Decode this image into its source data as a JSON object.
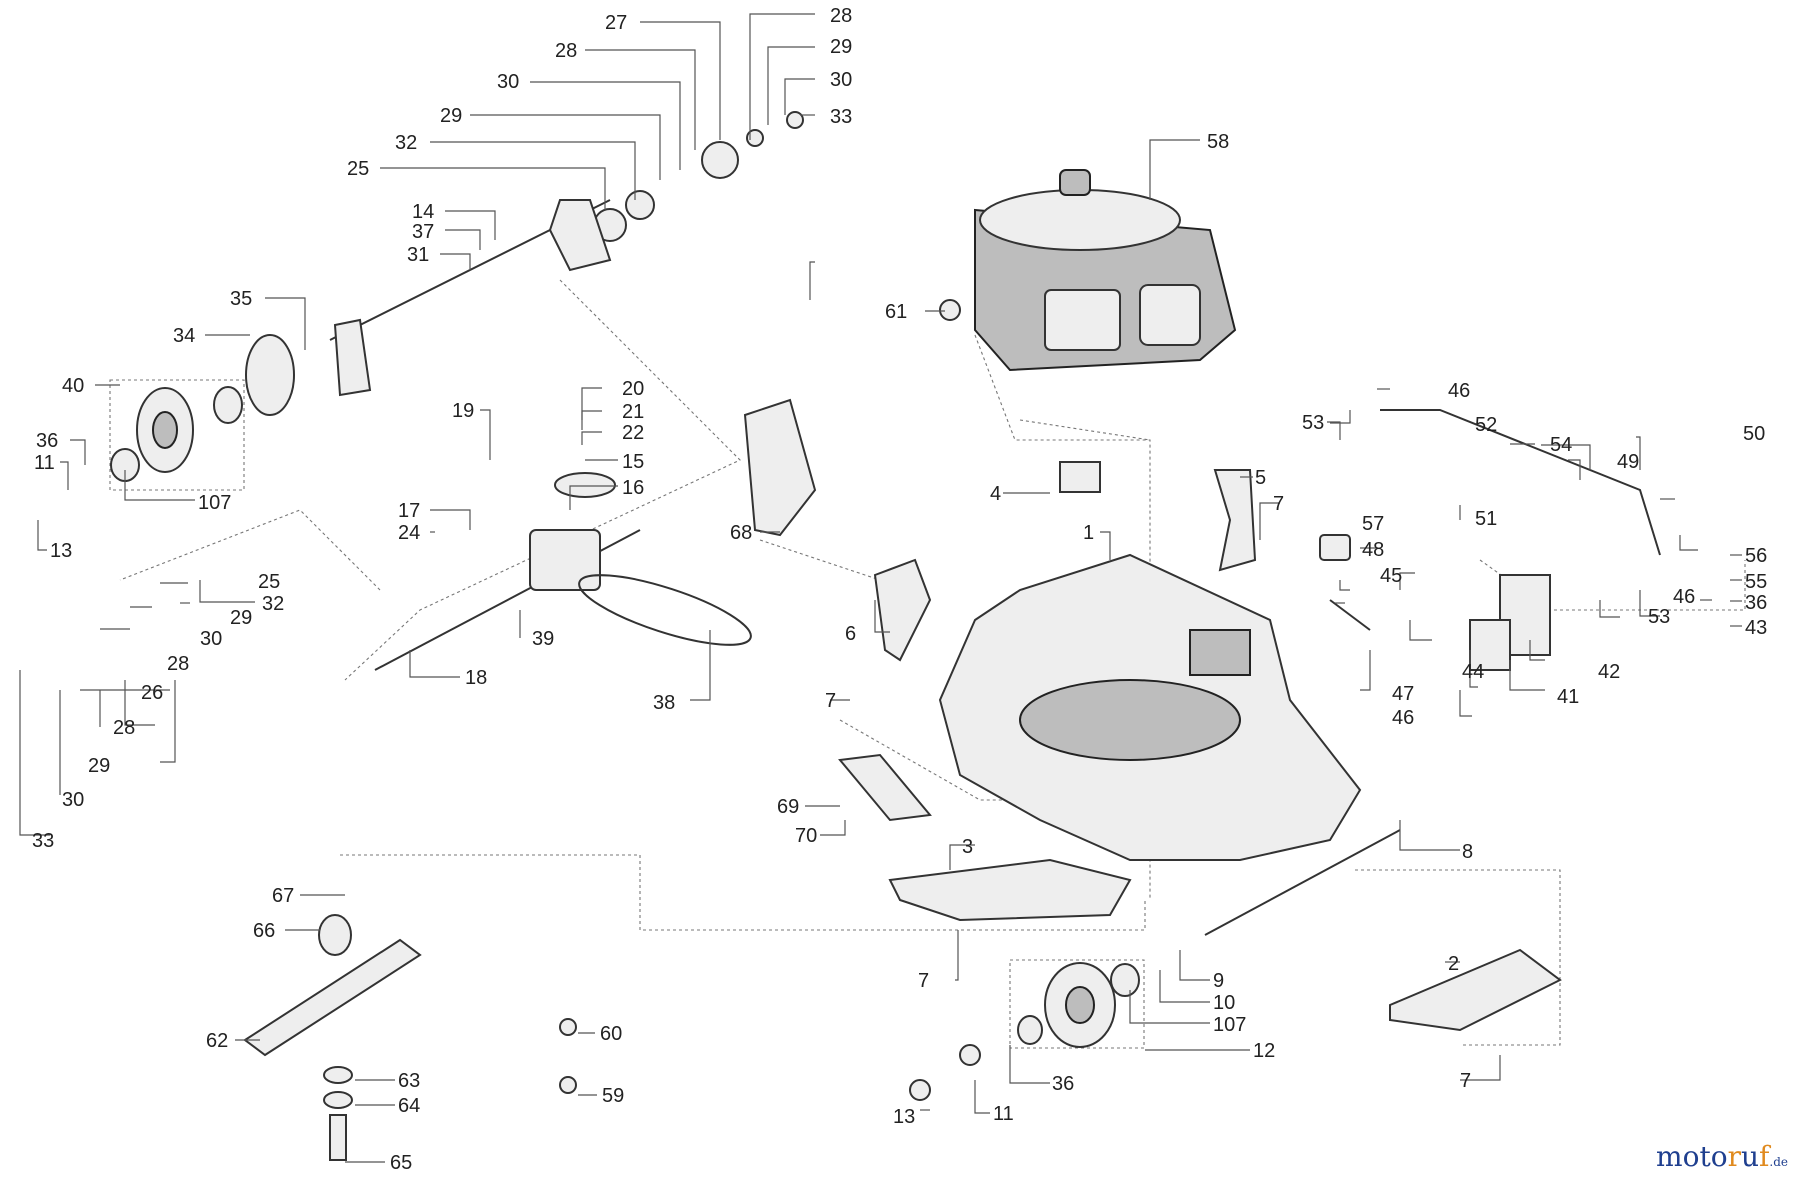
{
  "brand": {
    "logo_text": "motoruf",
    "logo_tld": ".de",
    "accent_color": "#e08a1e",
    "text_color": "#1f3f8f"
  },
  "diagram": {
    "kind": "exploded parts drawing",
    "part_labels": [
      "1",
      "2",
      "3",
      "4",
      "5",
      "6",
      "7",
      "8",
      "9",
      "10",
      "11",
      "12",
      "13",
      "14",
      "15",
      "16",
      "17",
      "18",
      "19",
      "20",
      "21",
      "22",
      "24",
      "25",
      "26",
      "27",
      "28",
      "29",
      "30",
      "31",
      "32",
      "33",
      "34",
      "35",
      "36",
      "37",
      "38",
      "39",
      "40",
      "41",
      "42",
      "43",
      "44",
      "45",
      "46",
      "47",
      "48",
      "49",
      "50",
      "51",
      "52",
      "53",
      "54",
      "55",
      "56",
      "57",
      "58",
      "59",
      "60",
      "61",
      "62",
      "63",
      "64",
      "65",
      "66",
      "67",
      "68",
      "69",
      "70",
      "107"
    ]
  }
}
